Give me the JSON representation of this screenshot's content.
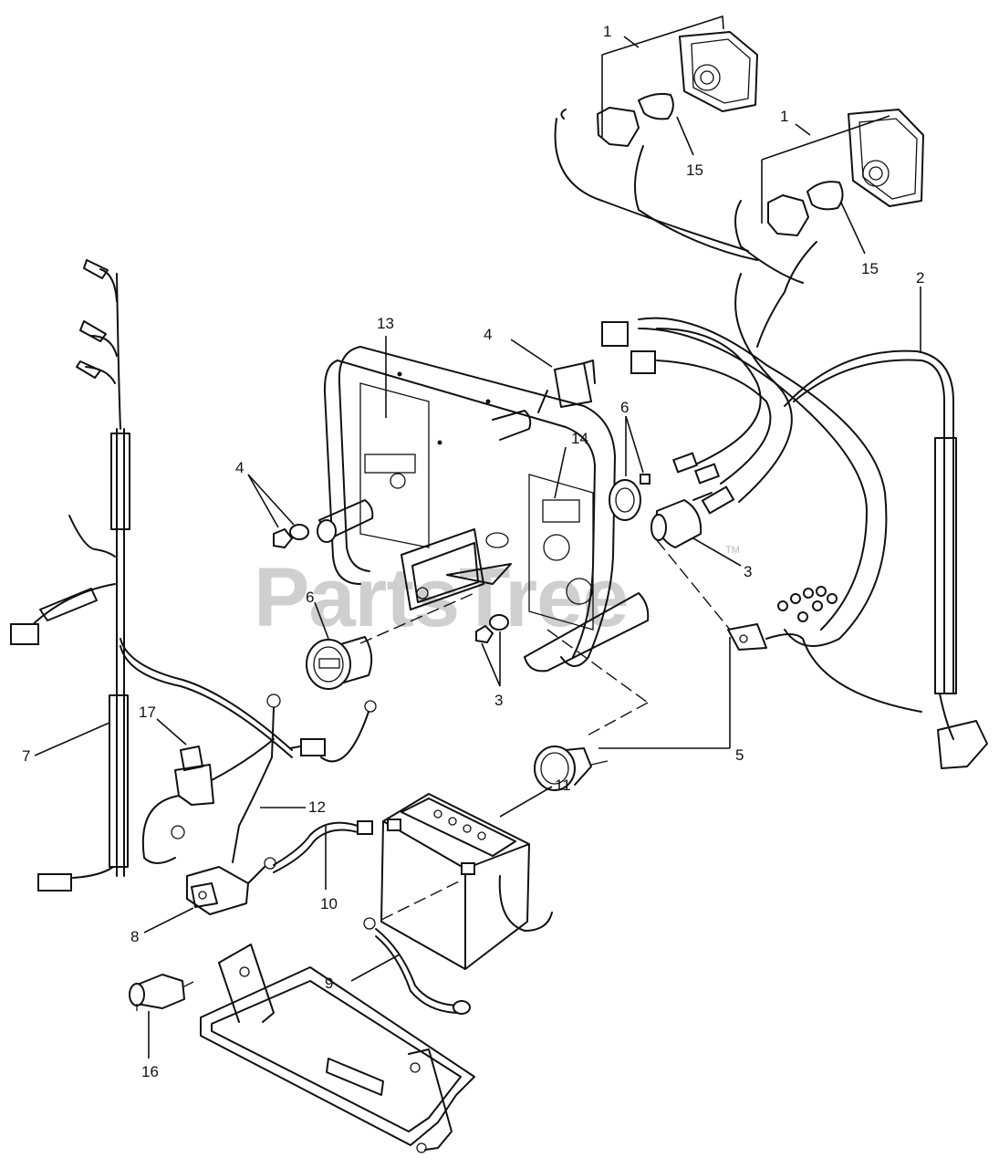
{
  "watermark": {
    "text": "PartsTree",
    "trademark": "TM"
  },
  "callouts": [
    {
      "id": "1",
      "label": "1",
      "part": "light-housing"
    },
    {
      "id": "1b",
      "label": "1",
      "part": "light-housing"
    },
    {
      "id": "2",
      "label": "2",
      "part": "headlight-harness"
    },
    {
      "id": "3a",
      "label": "3",
      "part": "switch"
    },
    {
      "id": "3b",
      "label": "3",
      "part": "nut-washer"
    },
    {
      "id": "4a",
      "label": "4",
      "part": "toggle-switch"
    },
    {
      "id": "4b",
      "label": "4",
      "part": "nut-washer"
    },
    {
      "id": "5",
      "label": "5",
      "part": "gauge"
    },
    {
      "id": "6a",
      "label": "6",
      "part": "meter"
    },
    {
      "id": "6b",
      "label": "6",
      "part": "bezel"
    },
    {
      "id": "7",
      "label": "7",
      "part": "main-harness"
    },
    {
      "id": "8",
      "label": "8",
      "part": "solenoid"
    },
    {
      "id": "9",
      "label": "9",
      "part": "battery-cable"
    },
    {
      "id": "10",
      "label": "10",
      "part": "ground-cable"
    },
    {
      "id": "11",
      "label": "11",
      "part": "battery"
    },
    {
      "id": "12",
      "label": "12",
      "part": "cable"
    },
    {
      "id": "13",
      "label": "13",
      "part": "dash-panel"
    },
    {
      "id": "14",
      "label": "14",
      "part": "decal"
    },
    {
      "id": "15a",
      "label": "15",
      "part": "bulb"
    },
    {
      "id": "15b",
      "label": "15",
      "part": "bulb"
    },
    {
      "id": "16",
      "label": "16",
      "part": "rectifier"
    },
    {
      "id": "17",
      "label": "17",
      "part": "fuse"
    }
  ],
  "colors": {
    "ink": "#111111",
    "watermark": "#cfcfcf",
    "paper": "#ffffff"
  }
}
